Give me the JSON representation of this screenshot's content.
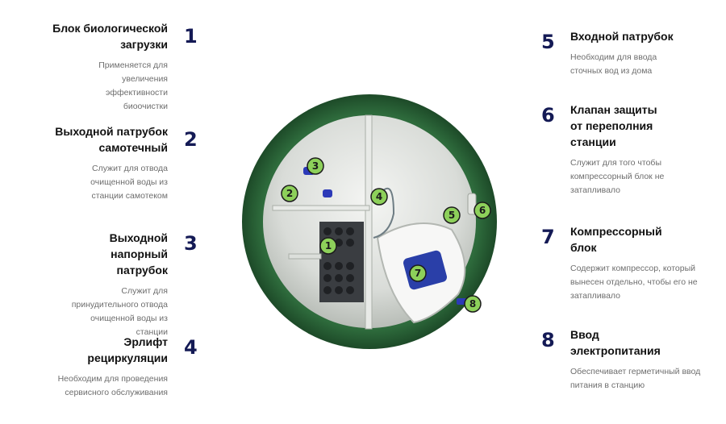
{
  "items": [
    {
      "number": "1",
      "title": "Блок биологической загрузки",
      "description": "Применяется для увеличения эффективности биоочистки"
    },
    {
      "number": "2",
      "title": "Выходной патрубок самотечный",
      "description": "Служит для отвода очищенной воды из станции самотеком"
    },
    {
      "number": "3",
      "title": "Выходной напорный патрубок",
      "description": "Служит для принудительного отвода очищенной воды из станции"
    },
    {
      "number": "4",
      "title": "Эрлифт рециркуляции",
      "description": "Необходим для проведения сервисного обслуживания"
    },
    {
      "number": "5",
      "title": "Входной патрубок",
      "description": "Необходим для ввода сточных вод из дома"
    },
    {
      "number": "6",
      "title": "Клапан защиты от переполния станции",
      "description": "Служит для того чтобы компрессорный блок не затапливало"
    },
    {
      "number": "7",
      "title": "Компрессорный блок",
      "description": "Содержит компрессор, который вынесен отдельно, чтобы его не затапливало"
    },
    {
      "number": "8",
      "title": "Ввод электропитания",
      "description": "Обеспечивает герметичный ввод питания в станцию"
    }
  ],
  "markers": [
    "1",
    "2",
    "3",
    "4",
    "5",
    "6",
    "7",
    "8"
  ],
  "colors": {
    "number": "#141a55",
    "tank_green": "#2e6b3c",
    "marker_fill": "#8dd05a",
    "compressor_blue": "#2a3fa8"
  }
}
